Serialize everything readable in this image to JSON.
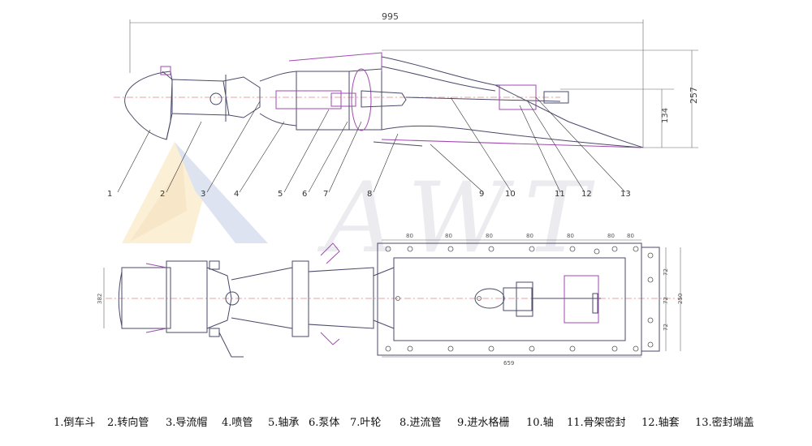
{
  "dimensions": {
    "overall_length": "995",
    "overall_height": "257",
    "inlet_height": "134",
    "side_width": "382",
    "top_spacings": [
      "80",
      "80",
      "80",
      "80",
      "80",
      "80",
      "80"
    ],
    "right_spacings": [
      "72",
      "72",
      "72"
    ],
    "right_total": "250",
    "bottom_length": "659"
  },
  "callouts": [
    "1",
    "2",
    "3",
    "4",
    "5",
    "6",
    "7",
    "8",
    "9",
    "10",
    "11",
    "12",
    "13"
  ],
  "watermark": "AWT",
  "legend": [
    "1.倒车斗",
    "2.转向管",
    "3.导流帽",
    "4.喷管",
    "5.轴承",
    "6.泵体",
    "7.叶轮",
    "8.进流管",
    "9.进水格栅",
    "10.轴",
    "11.骨架密封",
    "12.轴套",
    "13.密封端盖"
  ],
  "colors": {
    "line": "#4a4a6a",
    "accent": "#a04ab0",
    "dim": "#666666"
  }
}
